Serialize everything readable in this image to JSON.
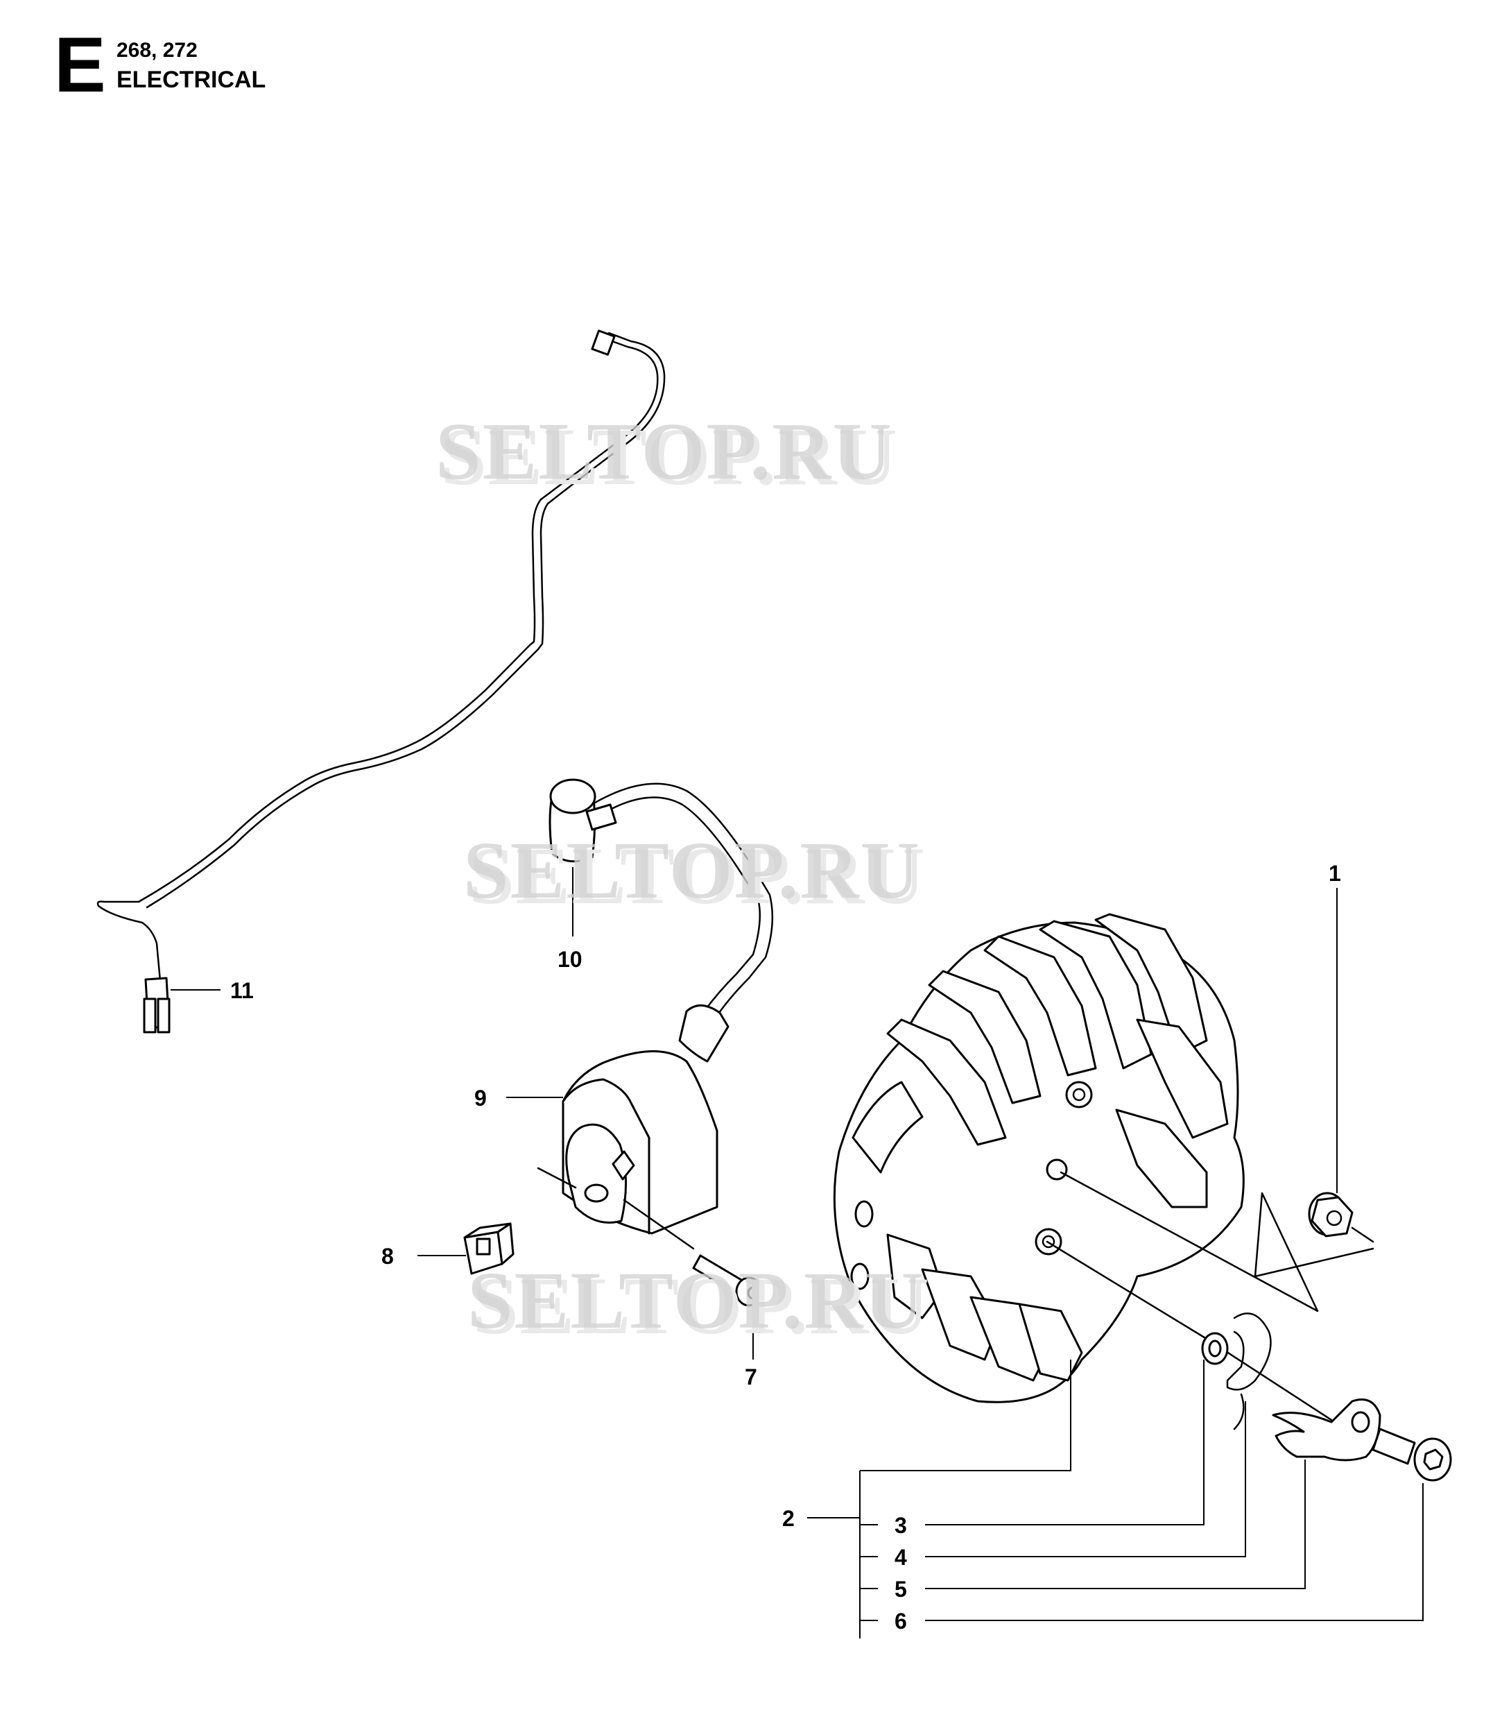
{
  "header": {
    "section_letter": "E",
    "models": "268, 272",
    "title": "ELECTRICAL"
  },
  "watermark": "SELTOP.RU",
  "callouts": [
    "1",
    "2",
    "3",
    "4",
    "5",
    "6",
    "7",
    "8",
    "9",
    "10",
    "11"
  ],
  "parts": [
    {
      "number": "1",
      "icon": "flange-nut-icon"
    },
    {
      "number": "2",
      "icon": "flywheel-icon"
    },
    {
      "number": "3",
      "icon": "washer-icon"
    },
    {
      "number": "4",
      "icon": "spring-icon"
    },
    {
      "number": "5",
      "icon": "pawl-icon"
    },
    {
      "number": "6",
      "icon": "shoulder-screw-icon"
    },
    {
      "number": "7",
      "icon": "screw-icon"
    },
    {
      "number": "8",
      "icon": "spacer-block-icon"
    },
    {
      "number": "9",
      "icon": "ignition-module-icon"
    },
    {
      "number": "10",
      "icon": "spark-plug-cap-icon"
    },
    {
      "number": "11",
      "icon": "short-circuit-cable-icon"
    }
  ]
}
